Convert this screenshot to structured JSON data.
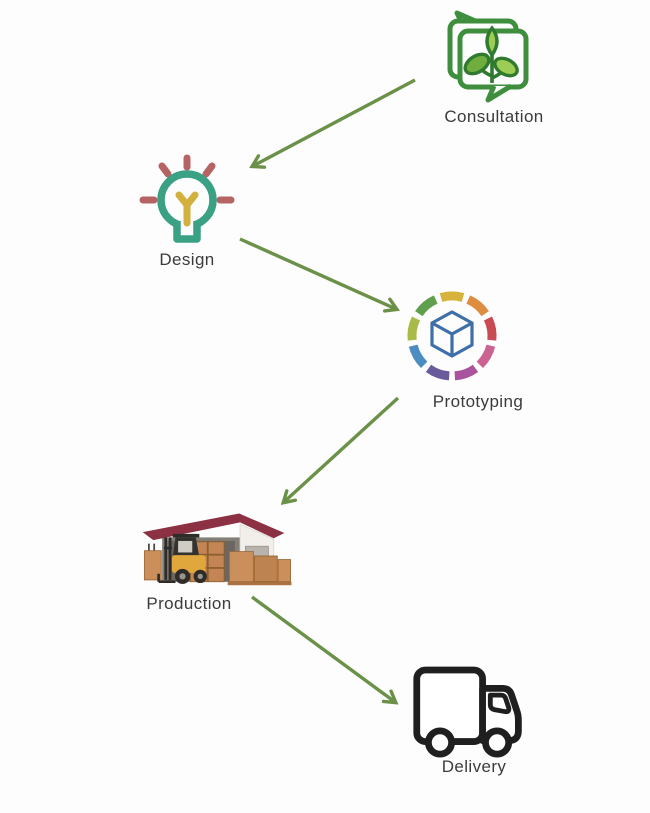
{
  "diagram": {
    "type": "process-flow",
    "background": "#fdfdfd",
    "label_color": "#3b3b3b",
    "arrow_color": "#6b9148",
    "steps": [
      {
        "label": "Consultation",
        "icon": "speech-bubbles-leaf-icon"
      },
      {
        "label": "Design",
        "icon": "lightbulb-idea-icon"
      },
      {
        "label": "Prototyping",
        "icon": "color-wheel-cube-icon"
      },
      {
        "label": "Production",
        "icon": "warehouse-forklift-icon"
      },
      {
        "label": "Delivery",
        "icon": "delivery-truck-icon"
      }
    ],
    "connections": [
      {
        "from": "Consultation",
        "to": "Design"
      },
      {
        "from": "Design",
        "to": "Prototyping"
      },
      {
        "from": "Prototyping",
        "to": "Production"
      },
      {
        "from": "Production",
        "to": "Delivery"
      }
    ],
    "icon_colors": {
      "bubble_outline_green": "#3e8e3e",
      "leaf_light_green": "#9ccd54",
      "leaf_dark_green": "#6fae3e",
      "bulb_teal": "#3aa185",
      "filament_yellow": "#d2b13d",
      "ray_red": "#b66363",
      "cube_blue": "#3f6fa8",
      "color_wheel_segments": [
        "#d8b33c",
        "#dd8d3f",
        "#c94a52",
        "#cb6292",
        "#a9549d",
        "#695a9c",
        "#4b8cc2",
        "#a9ba49",
        "#5f9f4e"
      ],
      "roof_maroon": "#8c3043",
      "box_brown": "#ca8f5a",
      "forklift_yellow": "#e0a73d",
      "truck_outline_black": "#1f1f1f"
    }
  }
}
